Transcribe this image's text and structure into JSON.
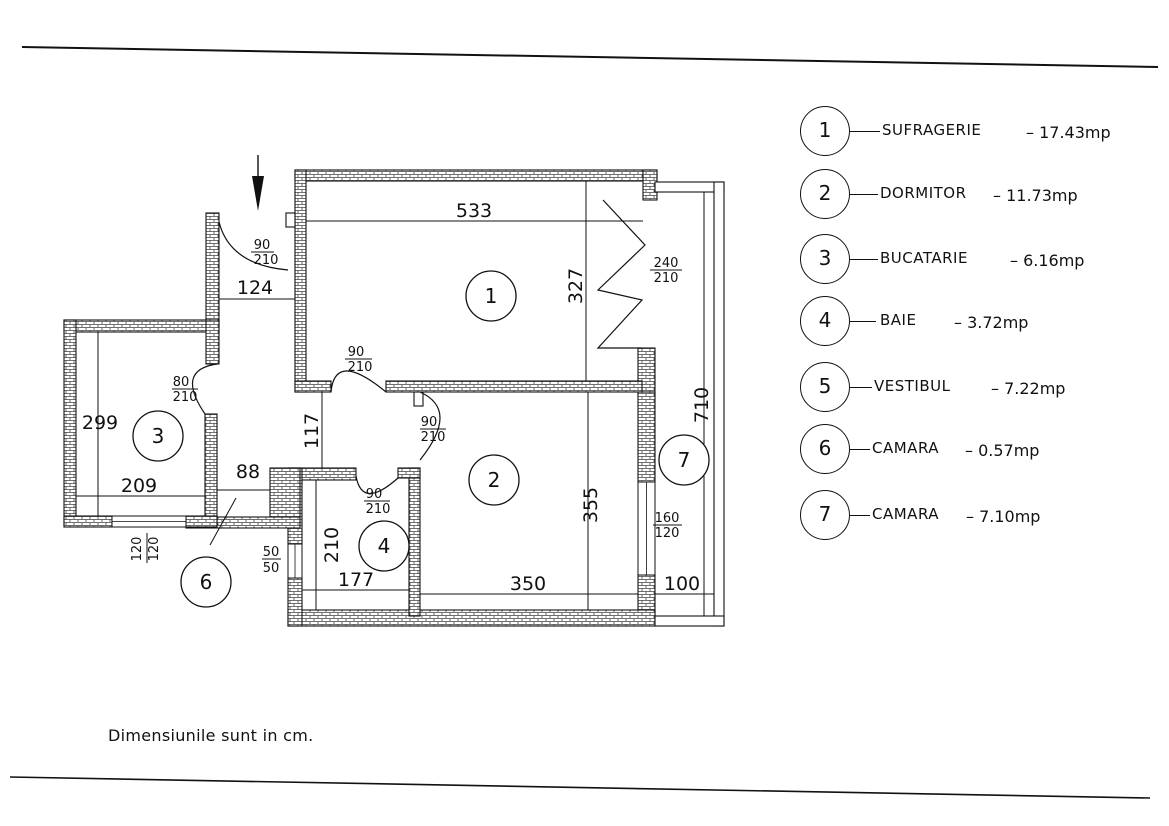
{
  "rooms": [
    {
      "number": "1",
      "name": "SUFRAGERIE",
      "area": "– 17.43mp"
    },
    {
      "number": "2",
      "name": "DORMITOR",
      "area": "– 11.73mp"
    },
    {
      "number": "3",
      "name": "BUCATARIE",
      "area": "– 6.16mp"
    },
    {
      "number": "4",
      "name": "BAIE",
      "area": "– 3.72mp"
    },
    {
      "number": "5",
      "name": "VESTIBUL",
      "area": "– 7.22mp"
    },
    {
      "number": "6",
      "name": "CAMARA",
      "area": "– 0.57mp"
    },
    {
      "number": "7",
      "name": "CAMARA",
      "area": "– 7.10mp"
    }
  ],
  "dimensions": {
    "living_width": "533",
    "living_depth": "327",
    "vestibule_width": "124",
    "corridor": "117",
    "kitchen_depth": "299",
    "kitchen_width": "209",
    "pantry_width": "88",
    "bath_depth": "210",
    "bath_width": "177",
    "bedroom_width": "350",
    "bedroom_depth": "355",
    "balcony_length": "710",
    "balcony_width": "100"
  },
  "openings": {
    "entry_door": {
      "w": "90",
      "h": "210"
    },
    "living_window": {
      "w": "240",
      "h": "210"
    },
    "living_door": {
      "w": "90",
      "h": "210"
    },
    "kitchen_door": {
      "w": "80",
      "h": "210"
    },
    "bedroom_door": {
      "w": "90",
      "h": "210"
    },
    "bath_door": {
      "w": "90",
      "h": "210"
    },
    "kitchen_window": {
      "w": "120",
      "h": "120"
    },
    "bath_window": {
      "w": "50",
      "h": "50"
    },
    "bedroom_window": {
      "w": "160",
      "h": "120"
    }
  },
  "note": "Dimensiunile sunt in cm."
}
